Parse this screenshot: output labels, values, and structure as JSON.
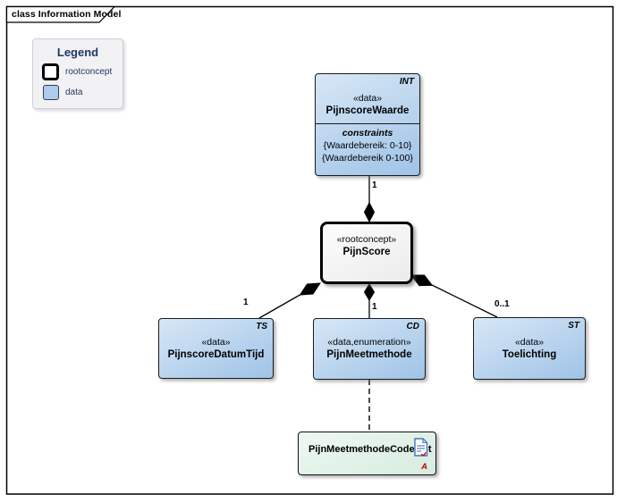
{
  "frame": {
    "title": "class Information Model"
  },
  "legend": {
    "title": "Legend",
    "items": [
      {
        "label": "rootconcept"
      },
      {
        "label": "data"
      }
    ]
  },
  "nodes": {
    "pijnscore_waarde": {
      "type_code": "INT",
      "stereotype": "«data»",
      "name": "PijnscoreWaarde",
      "constraints_title": "constraints",
      "constraints": [
        "{Waardebereik: 0-10}",
        "{Waardebereik 0-100}"
      ]
    },
    "pijnscore": {
      "stereotype": "«rootconcept»",
      "name": "PijnScore"
    },
    "pijnscore_datumtijd": {
      "type_code": "TS",
      "stereotype": "«data»",
      "name": "PijnscoreDatumTijd"
    },
    "pijn_meetmethode": {
      "type_code": "CD",
      "stereotype": "«data,enumeration»",
      "name": "PijnMeetmethode"
    },
    "toelichting": {
      "type_code": "ST",
      "stereotype": "«data»",
      "name": "Toelichting"
    },
    "codelijst": {
      "name": "PijnMeetmethodeCodelijst",
      "icon": "document-icon",
      "marker": "A"
    }
  },
  "multiplicities": {
    "waarde": "1",
    "datumtijd": "1",
    "meetmethode": "1",
    "toelichting": "0..1"
  },
  "colors": {
    "blue_fill": "#aecbee",
    "blue_gradient_start": "#d8e7f6",
    "blue_gradient_end": "#9fc3e7",
    "codelist_start": "#eef8f2",
    "codelist_end": "#d7ecdf",
    "legend_bg": "#f2f2f4",
    "accent_text": "#1f3864",
    "marker_red": "#c00000"
  }
}
